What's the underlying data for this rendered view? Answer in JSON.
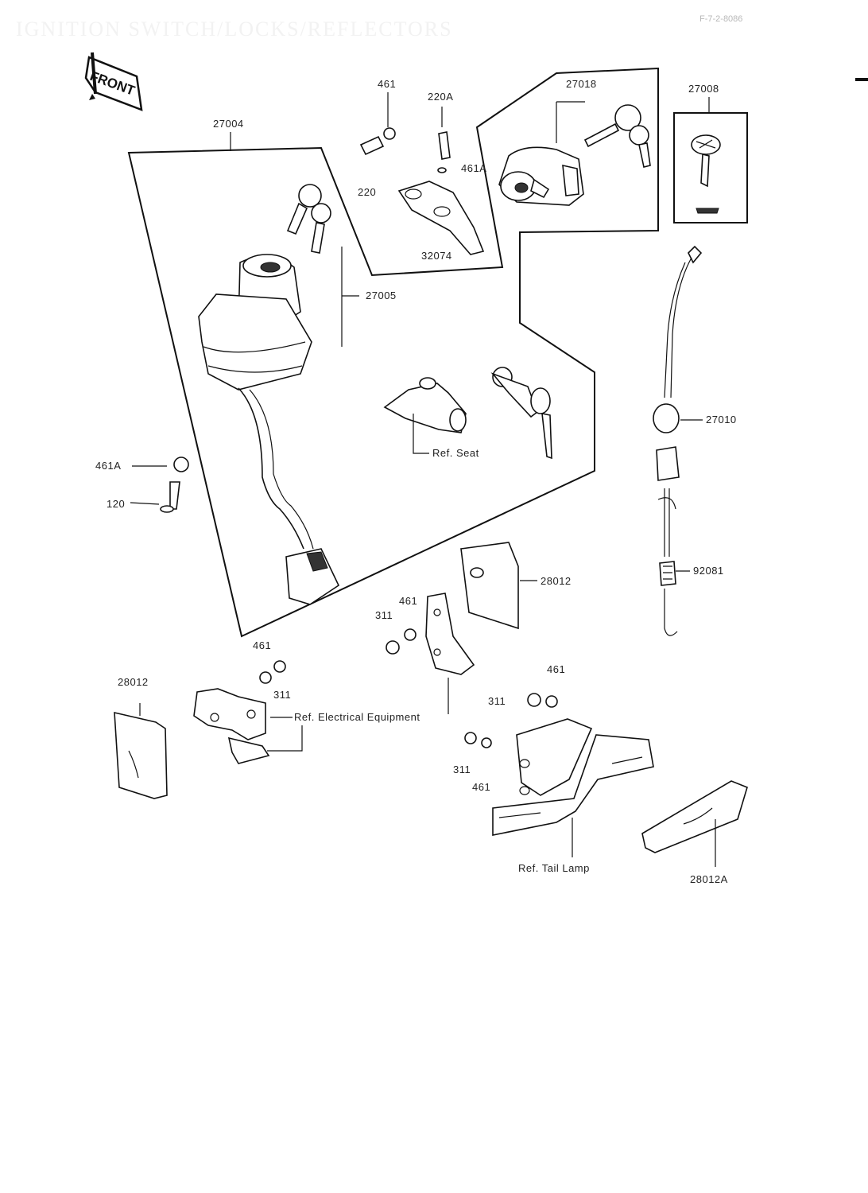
{
  "title": "IGNITION SWITCH/LOCKS/REFLECTORS",
  "page_code": "F-7-2-8086",
  "front_label": "FRONT",
  "labels": {
    "p27004": "27004",
    "p461_top": "461",
    "p220A": "220A",
    "p27018": "27018",
    "p27008": "27008",
    "p220": "220",
    "p461A_top": "461A",
    "p32074": "32074",
    "p27005": "27005",
    "ref_seat": "Ref. Seat",
    "p27010": "27010",
    "p461A_left": "461A",
    "p120": "120",
    "p92081": "92081",
    "p28012_mid": "28012",
    "p461_mid": "461",
    "p311_mid": "311",
    "p461_left": "461",
    "p311_left": "311",
    "p28012_left": "28012",
    "ref_electrical": "Ref. Electrical Equipment",
    "p461_right": "461",
    "p311_right": "311",
    "p311_lower": "311",
    "p461_lower": "461",
    "ref_tail": "Ref. Tail Lamp",
    "p28012A": "28012A"
  }
}
